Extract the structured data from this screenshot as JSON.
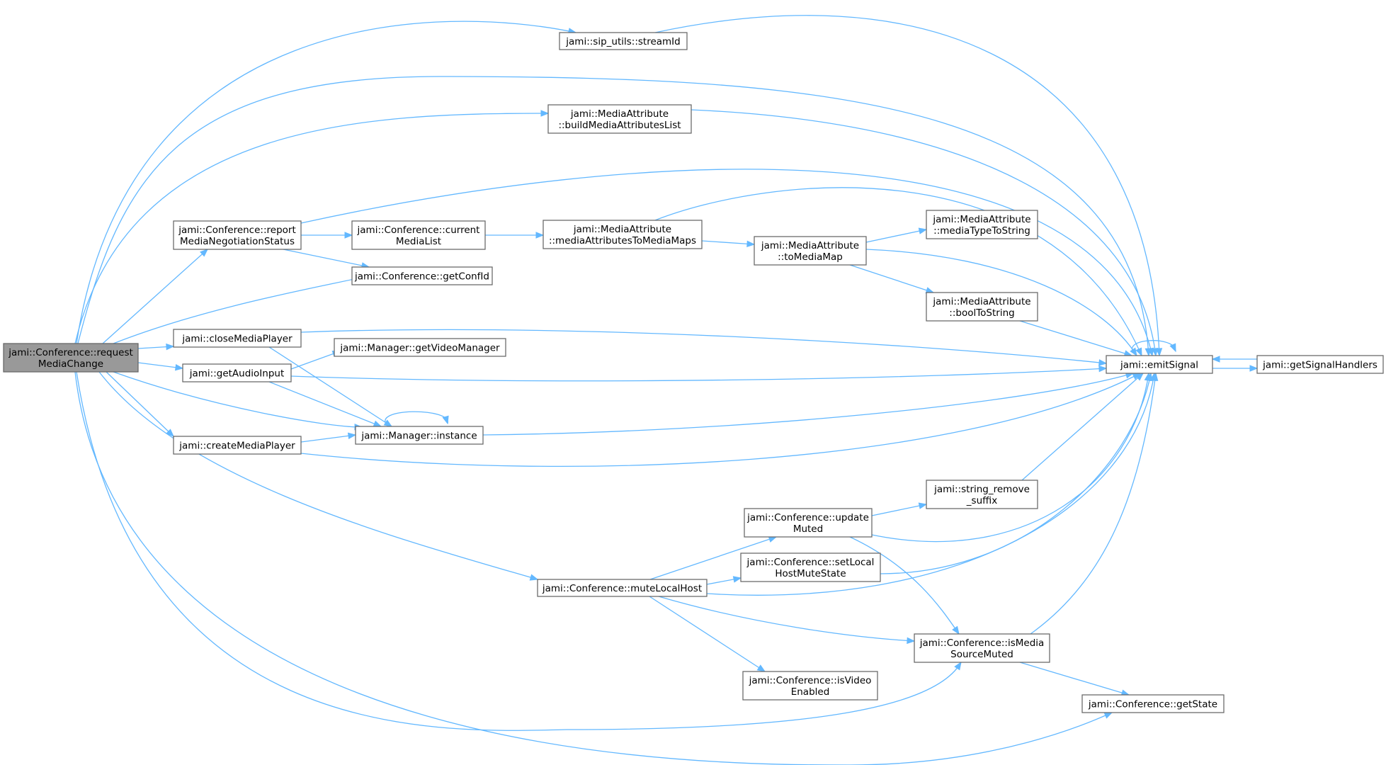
{
  "graph": {
    "nodes": [
      {
        "id": "root",
        "lines": [
          "jami::Conference::request",
          "MediaChange"
        ],
        "highlighted": true
      },
      {
        "id": "streamId",
        "lines": [
          "jami::sip_utils::streamId"
        ]
      },
      {
        "id": "buildMAL",
        "lines": [
          "jami::MediaAttribute",
          "::buildMediaAttributesList"
        ]
      },
      {
        "id": "reportMNS",
        "lines": [
          "jami::Conference::report",
          "MediaNegotiationStatus"
        ]
      },
      {
        "id": "currentML",
        "lines": [
          "jami::Conference::current",
          "MediaList"
        ]
      },
      {
        "id": "maToMaps",
        "lines": [
          "jami::MediaAttribute",
          "::mediaAttributesToMediaMaps"
        ]
      },
      {
        "id": "mtToString",
        "lines": [
          "jami::MediaAttribute",
          "::mediaTypeToString"
        ]
      },
      {
        "id": "toMediaMap",
        "lines": [
          "jami::MediaAttribute",
          "::toMediaMap"
        ]
      },
      {
        "id": "boolToString",
        "lines": [
          "jami::MediaAttribute",
          "::boolToString"
        ]
      },
      {
        "id": "getConfId",
        "lines": [
          "jami::Conference::getConfId"
        ]
      },
      {
        "id": "closeMP",
        "lines": [
          "jami::closeMediaPlayer"
        ]
      },
      {
        "id": "getVM",
        "lines": [
          "jami::Manager::getVideoManager"
        ]
      },
      {
        "id": "getAudioInput",
        "lines": [
          "jami::getAudioInput"
        ]
      },
      {
        "id": "emitSignal",
        "lines": [
          "jami::emitSignal"
        ]
      },
      {
        "id": "getSH",
        "lines": [
          "jami::getSignalHandlers"
        ]
      },
      {
        "id": "instance",
        "lines": [
          "jami::Manager::instance"
        ]
      },
      {
        "id": "createMP",
        "lines": [
          "jami::createMediaPlayer"
        ]
      },
      {
        "id": "strRemSuffix",
        "lines": [
          "jami::string_remove",
          "_suffix"
        ]
      },
      {
        "id": "updateMuted",
        "lines": [
          "jami::Conference::update",
          "Muted"
        ]
      },
      {
        "id": "setLHMS",
        "lines": [
          "jami::Conference::setLocal",
          "HostMuteState"
        ]
      },
      {
        "id": "muteLH",
        "lines": [
          "jami::Conference::muteLocalHost"
        ]
      },
      {
        "id": "isMSM",
        "lines": [
          "jami::Conference::isMedia",
          "SourceMuted"
        ]
      },
      {
        "id": "isVE",
        "lines": [
          "jami::Conference::isVideo",
          "Enabled"
        ]
      },
      {
        "id": "getState",
        "lines": [
          "jami::Conference::getState"
        ]
      }
    ],
    "edges": [
      {
        "from": "root",
        "to": "streamId"
      },
      {
        "from": "root",
        "to": "emitSignal"
      },
      {
        "from": "root",
        "to": "buildMAL"
      },
      {
        "from": "root",
        "to": "reportMNS"
      },
      {
        "from": "root",
        "to": "getConfId"
      },
      {
        "from": "root",
        "to": "closeMP"
      },
      {
        "from": "root",
        "to": "getAudioInput"
      },
      {
        "from": "root",
        "to": "instance"
      },
      {
        "from": "root",
        "to": "createMP"
      },
      {
        "from": "root",
        "to": "muteLH"
      },
      {
        "from": "root",
        "to": "isMSM"
      },
      {
        "from": "root",
        "to": "getState"
      },
      {
        "from": "streamId",
        "to": "emitSignal"
      },
      {
        "from": "buildMAL",
        "to": "emitSignal"
      },
      {
        "from": "reportMNS",
        "to": "emitSignal"
      },
      {
        "from": "reportMNS",
        "to": "currentML"
      },
      {
        "from": "reportMNS",
        "to": "getConfId"
      },
      {
        "from": "currentML",
        "to": "maToMaps"
      },
      {
        "from": "maToMaps",
        "to": "emitSignal"
      },
      {
        "from": "maToMaps",
        "to": "toMediaMap"
      },
      {
        "from": "toMediaMap",
        "to": "mtToString"
      },
      {
        "from": "toMediaMap",
        "to": "emitSignal"
      },
      {
        "from": "toMediaMap",
        "to": "boolToString"
      },
      {
        "from": "boolToString",
        "to": "emitSignal"
      },
      {
        "from": "closeMP",
        "to": "emitSignal"
      },
      {
        "from": "closeMP",
        "to": "instance"
      },
      {
        "from": "getAudioInput",
        "to": "getVM"
      },
      {
        "from": "getAudioInput",
        "to": "emitSignal"
      },
      {
        "from": "getAudioInput",
        "to": "instance"
      },
      {
        "from": "emitSignal",
        "to": "emitSignal"
      },
      {
        "from": "emitSignal",
        "to": "getSH"
      },
      {
        "from": "getSH",
        "to": "emitSignal"
      },
      {
        "from": "instance",
        "to": "instance"
      },
      {
        "from": "instance",
        "to": "emitSignal"
      },
      {
        "from": "createMP",
        "to": "instance"
      },
      {
        "from": "createMP",
        "to": "emitSignal"
      },
      {
        "from": "strRemSuffix",
        "to": "emitSignal"
      },
      {
        "from": "updateMuted",
        "to": "strRemSuffix"
      },
      {
        "from": "updateMuted",
        "to": "emitSignal"
      },
      {
        "from": "updateMuted",
        "to": "isMSM"
      },
      {
        "from": "setLHMS",
        "to": "emitSignal"
      },
      {
        "from": "muteLH",
        "to": "updateMuted"
      },
      {
        "from": "muteLH",
        "to": "setLHMS"
      },
      {
        "from": "muteLH",
        "to": "emitSignal"
      },
      {
        "from": "muteLH",
        "to": "isMSM"
      },
      {
        "from": "muteLH",
        "to": "isVE"
      },
      {
        "from": "isMSM",
        "to": "emitSignal"
      },
      {
        "from": "isMSM",
        "to": "getState"
      }
    ]
  }
}
